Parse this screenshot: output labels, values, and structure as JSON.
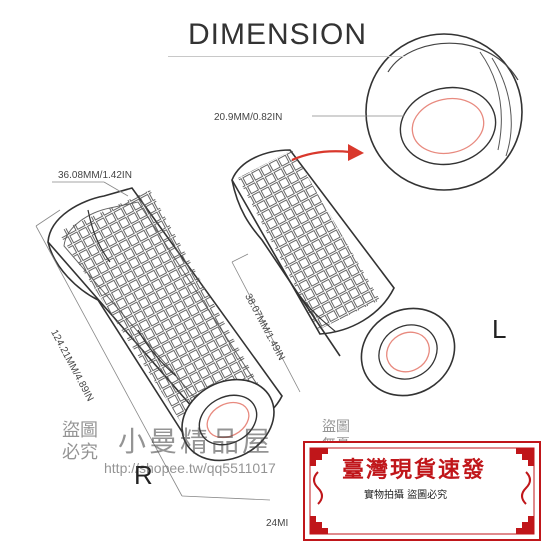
{
  "title": "DIMENSION",
  "dimensions": {
    "inner_diameter": "20.9MM/0.82IN",
    "outer_diameter": "36.08MM/1.42IN",
    "mid_diameter": "38.07MM/1.49IN",
    "length": "124.21MM/4.89IN",
    "end_diameter": "24MI"
  },
  "labels": {
    "left_grip": "L",
    "right_grip": "R"
  },
  "watermark": {
    "left_mark_top": "盜圖",
    "left_mark_bottom": "必究",
    "shop_name": "小曼精品屋",
    "right_mark_top": "盜圖",
    "right_mark_bottom": "無憂",
    "url": "http://shopee.tw/qq5511017"
  },
  "stamp": {
    "title": "臺灣現貨速發",
    "subtitle": "實物拍攝 盜圖必究"
  },
  "colors": {
    "arrow": "#d9382c",
    "stamp_red": "#c0161a",
    "line": "#333333"
  }
}
